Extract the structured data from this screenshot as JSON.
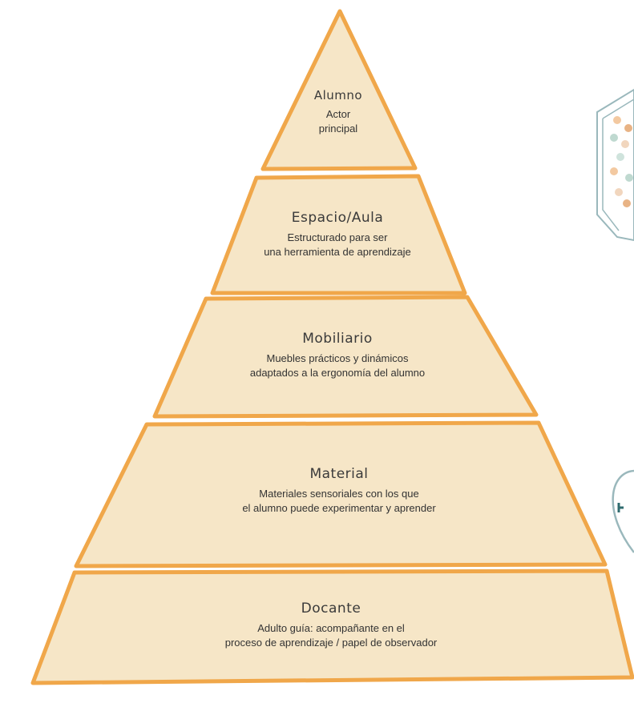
{
  "colors": {
    "fill": "#f6e6c7",
    "stroke": "#f0a74a",
    "side_box": "#9ab8bc",
    "dots": [
      "#f3c9a1",
      "#bfd9d0",
      "#e8b385",
      "#cfe3dc",
      "#f1d6be"
    ]
  },
  "levels": [
    {
      "title": "Alumno",
      "lines": [
        "Actor",
        "principal"
      ]
    },
    {
      "title": "Espacio/Aula",
      "lines": [
        "Estructurado para ser",
        "una herramienta de aprendizaje"
      ]
    },
    {
      "title": "Mobiliario",
      "lines": [
        "Muebles prácticos y dinámicos",
        "adaptados a la ergonomía del alumno"
      ]
    },
    {
      "title": "Material",
      "lines": [
        "Materiales sensoriales con los que",
        "el alumno puede experimentar y aprender"
      ]
    },
    {
      "title": "Docante",
      "lines": [
        "Adulto guía: acompañante en el",
        "proceso de aprendizaje / papel de observador"
      ]
    }
  ]
}
